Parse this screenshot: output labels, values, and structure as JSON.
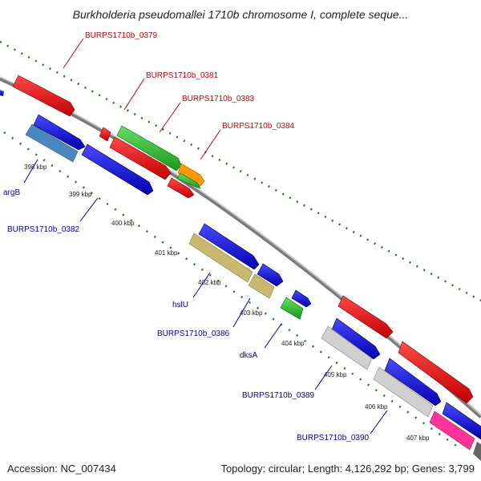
{
  "title": "Burkholderia pseudomallei 1710b chromosome I, complete seque...",
  "footer": {
    "accession": "Accession: NC_007434",
    "topology": "Topology: circular; Length: 4,126,292 bp; Genes: 3,799"
  },
  "ticks": [
    {
      "label": "398 kbp"
    },
    {
      "label": "399 kbp"
    },
    {
      "label": "400 kbp"
    },
    {
      "label": "401 kbp"
    },
    {
      "label": "402 kbp"
    },
    {
      "label": "403 kbp"
    },
    {
      "label": "404 kbp"
    },
    {
      "label": "405 kbp"
    },
    {
      "label": "406 kbp"
    },
    {
      "label": "407 kbp"
    }
  ],
  "forward_labels": [
    {
      "text": "BURPS1710b_0379"
    },
    {
      "text": "BURPS1710b_0381"
    },
    {
      "text": "BURPS1710b_0383"
    },
    {
      "text": "BURPS1710b_0384"
    }
  ],
  "reverse_labels": [
    {
      "text": "argB"
    },
    {
      "text": "BURPS1710b_0382"
    },
    {
      "text": "hslU"
    },
    {
      "text": "BURPS1710b_0386"
    },
    {
      "text": "dksA"
    },
    {
      "text": "BURPS1710b_0389"
    },
    {
      "text": "BURPS1710b_0390"
    }
  ],
  "colors": {
    "forward_label": "#cc0000",
    "reverse_label": "#0000aa",
    "backbone": "#888888",
    "ticks": "#1a7a1a"
  }
}
